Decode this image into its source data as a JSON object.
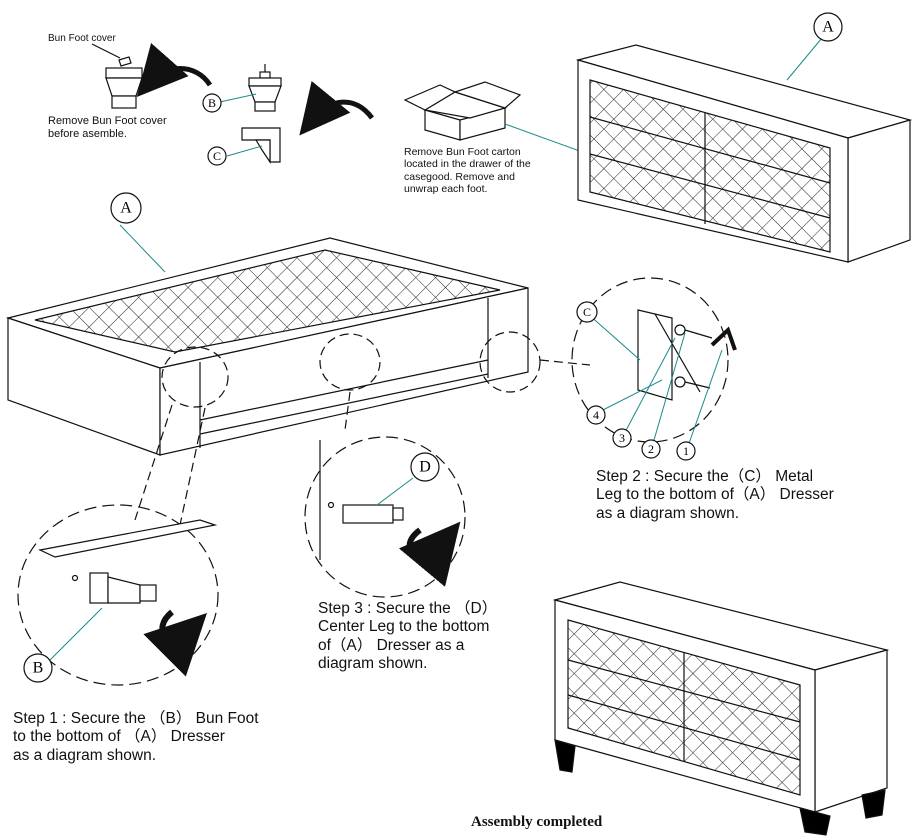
{
  "labels": {
    "bun_foot_cover": "Bun Foot cover",
    "remove_cover": "Remove Bun Foot cover\nbefore asemble.",
    "remove_carton": "Remove Bun Foot carton\nlocated in the drawer of the\ncasegood. Remove and\nunwrap each foot.",
    "step1": "Step 1 : Secure the （B） Bun Foot\nto the bottom of （A） Dresser\nas a diagram shown.",
    "step2": "Step 2 : Secure the（C） Metal\nLeg to the bottom of（A） Dresser\nas a diagram shown.",
    "step3": "Step 3 : Secure the （D）\nCenter Leg to the bottom\nof（A） Dresser as a\ndiagram shown.",
    "completed": "Assembly completed"
  },
  "callouts": {
    "a_top": "A",
    "a_left": "A",
    "b_top": "B",
    "b_bottom": "B",
    "c_top": "C",
    "c_detail": "C",
    "d": "D"
  },
  "hardware_numbers": [
    "1",
    "2",
    "3",
    "4"
  ],
  "colors": {
    "line": "#111111",
    "leader": "#1a8a8a"
  }
}
